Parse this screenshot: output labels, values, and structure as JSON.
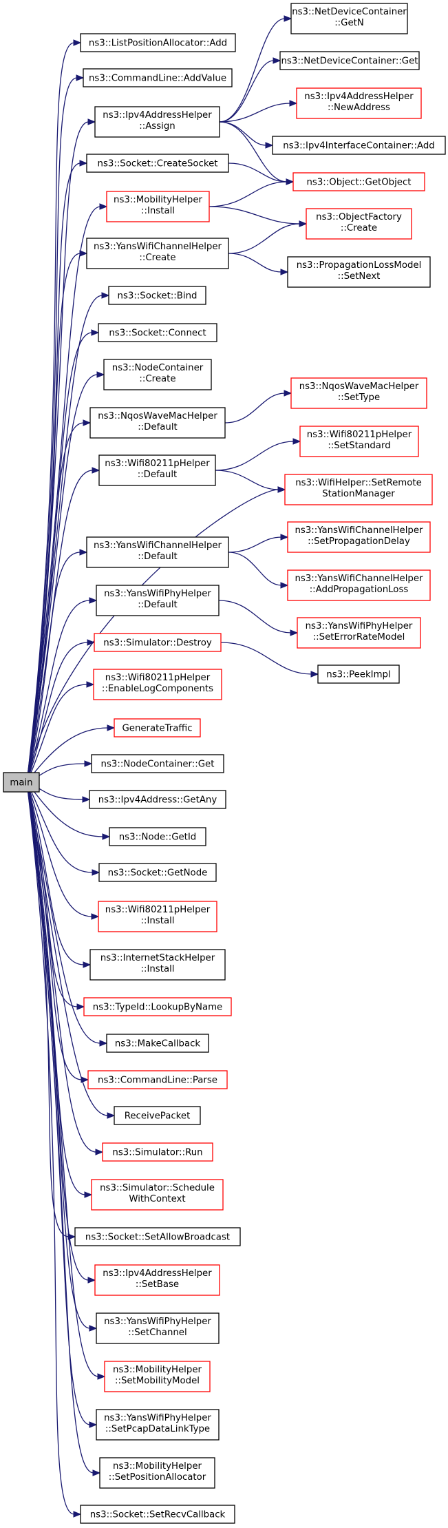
{
  "diagram": {
    "root": "main",
    "link_color": "#ff0000",
    "edge_color": "#191970",
    "nodes": [
      {
        "id": "main",
        "lines": [
          "main"
        ],
        "style": "root"
      },
      {
        "id": "n_listpos_add",
        "lines": [
          "ns3::ListPositionAllocator::Add"
        ],
        "style": "plain"
      },
      {
        "id": "n_cmd_addvalue",
        "lines": [
          "ns3::CommandLine::AddValue"
        ],
        "style": "plain"
      },
      {
        "id": "n_ipv4helper_assign",
        "lines": [
          "ns3::Ipv4AddressHelper",
          "::Assign"
        ],
        "style": "plain"
      },
      {
        "id": "n_socket_create",
        "lines": [
          "ns3::Socket::CreateSocket"
        ],
        "style": "plain"
      },
      {
        "id": "n_mobility_install",
        "lines": [
          "ns3::MobilityHelper",
          "::Install"
        ],
        "style": "link"
      },
      {
        "id": "n_yanschan_create",
        "lines": [
          "ns3::YansWifiChannelHelper",
          "::Create"
        ],
        "style": "plain"
      },
      {
        "id": "n_socket_bind",
        "lines": [
          "ns3::Socket::Bind"
        ],
        "style": "plain"
      },
      {
        "id": "n_socket_connect",
        "lines": [
          "ns3::Socket::Connect"
        ],
        "style": "plain"
      },
      {
        "id": "n_nodecont_create",
        "lines": [
          "ns3::NodeContainer",
          "::Create"
        ],
        "style": "plain"
      },
      {
        "id": "n_nqos_default",
        "lines": [
          "ns3::NqosWaveMacHelper",
          "::Default"
        ],
        "style": "plain"
      },
      {
        "id": "n_wifi80211p_default",
        "lines": [
          "ns3::Wifi80211pHelper",
          "::Default"
        ],
        "style": "plain"
      },
      {
        "id": "n_yanschan_default",
        "lines": [
          "ns3::YansWifiChannelHelper",
          "::Default"
        ],
        "style": "plain"
      },
      {
        "id": "n_yansphy_default",
        "lines": [
          "ns3::YansWifiPhyHelper",
          "::Default"
        ],
        "style": "plain"
      },
      {
        "id": "n_sim_destroy",
        "lines": [
          "ns3::Simulator::Destroy"
        ],
        "style": "link"
      },
      {
        "id": "n_wifi80211p_enablelog",
        "lines": [
          "ns3::Wifi80211pHelper",
          "::EnableLogComponents"
        ],
        "style": "link"
      },
      {
        "id": "n_generatetraffic",
        "lines": [
          "GenerateTraffic"
        ],
        "style": "link"
      },
      {
        "id": "n_nodecont_get",
        "lines": [
          "ns3::NodeContainer::Get"
        ],
        "style": "plain"
      },
      {
        "id": "n_ipv4addr_getany",
        "lines": [
          "ns3::Ipv4Address::GetAny"
        ],
        "style": "plain"
      },
      {
        "id": "n_node_getid",
        "lines": [
          "ns3::Node::GetId"
        ],
        "style": "plain"
      },
      {
        "id": "n_socket_getnode",
        "lines": [
          "ns3::Socket::GetNode"
        ],
        "style": "plain"
      },
      {
        "id": "n_wifi80211p_install",
        "lines": [
          "ns3::Wifi80211pHelper",
          "::Install"
        ],
        "style": "link"
      },
      {
        "id": "n_inetstack_install",
        "lines": [
          "ns3::InternetStackHelper",
          "::Install"
        ],
        "style": "plain"
      },
      {
        "id": "n_typeid_lookup",
        "lines": [
          "ns3::TypeId::LookupByName"
        ],
        "style": "link"
      },
      {
        "id": "n_makecallback",
        "lines": [
          "ns3::MakeCallback"
        ],
        "style": "plain"
      },
      {
        "id": "n_cmd_parse",
        "lines": [
          "ns3::CommandLine::Parse"
        ],
        "style": "link"
      },
      {
        "id": "n_receivepacket",
        "lines": [
          "ReceivePacket"
        ],
        "style": "plain"
      },
      {
        "id": "n_sim_run",
        "lines": [
          "ns3::Simulator::Run"
        ],
        "style": "link"
      },
      {
        "id": "n_sim_schedctx",
        "lines": [
          "ns3::Simulator::Schedule",
          "WithContext"
        ],
        "style": "link"
      },
      {
        "id": "n_socket_setallowbc",
        "lines": [
          "ns3::Socket::SetAllowBroadcast"
        ],
        "style": "plain"
      },
      {
        "id": "n_ipv4helper_setbase",
        "lines": [
          "ns3::Ipv4AddressHelper",
          "::SetBase"
        ],
        "style": "link"
      },
      {
        "id": "n_yansphy_setchannel",
        "lines": [
          "ns3::YansWifiPhyHelper",
          "::SetChannel"
        ],
        "style": "plain"
      },
      {
        "id": "n_mobility_setmodel",
        "lines": [
          "ns3::MobilityHelper",
          "::SetMobilityModel"
        ],
        "style": "link"
      },
      {
        "id": "n_yansphy_setpcap",
        "lines": [
          "ns3::YansWifiPhyHelper",
          "::SetPcapDataLinkType"
        ],
        "style": "plain"
      },
      {
        "id": "n_mobility_setposalloc",
        "lines": [
          "ns3::MobilityHelper",
          "::SetPositionAllocator"
        ],
        "style": "plain"
      },
      {
        "id": "n_socket_setrecvcb",
        "lines": [
          "ns3::Socket::SetRecvCallback"
        ],
        "style": "plain"
      },
      {
        "id": "n_netdevcont_getn",
        "lines": [
          "ns3::NetDeviceContainer",
          "::GetN"
        ],
        "style": "plain"
      },
      {
        "id": "n_netdevcont_get",
        "lines": [
          "ns3::NetDeviceContainer::Get"
        ],
        "style": "plain"
      },
      {
        "id": "n_ipv4helper_newaddr",
        "lines": [
          "ns3::Ipv4AddressHelper",
          "::NewAddress"
        ],
        "style": "link"
      },
      {
        "id": "n_ipv4ifcont_add",
        "lines": [
          "ns3::Ipv4InterfaceContainer::Add"
        ],
        "style": "plain"
      },
      {
        "id": "n_object_getobject",
        "lines": [
          "ns3::Object::GetObject"
        ],
        "style": "link"
      },
      {
        "id": "n_objfactory_create",
        "lines": [
          "ns3::ObjectFactory",
          "::Create"
        ],
        "style": "link"
      },
      {
        "id": "n_proploss_setnext",
        "lines": [
          "ns3::PropagationLossModel",
          "::SetNext"
        ],
        "style": "plain"
      },
      {
        "id": "n_nqos_settype",
        "lines": [
          "ns3::NqosWaveMacHelper",
          "::SetType"
        ],
        "style": "link"
      },
      {
        "id": "n_wifi80211p_setstd",
        "lines": [
          "ns3::Wifi80211pHelper",
          "::SetStandard"
        ],
        "style": "link"
      },
      {
        "id": "n_wifihelper_setremote",
        "lines": [
          "ns3::WifiHelper::SetRemote",
          "StationManager"
        ],
        "style": "link"
      },
      {
        "id": "n_yanschan_setpropdelay",
        "lines": [
          "ns3::YansWifiChannelHelper",
          "::SetPropagationDelay"
        ],
        "style": "link"
      },
      {
        "id": "n_yanschan_addproploss",
        "lines": [
          "ns3::YansWifiChannelHelper",
          "::AddPropagationLoss"
        ],
        "style": "link"
      },
      {
        "id": "n_yansphy_seterr",
        "lines": [
          "ns3::YansWifiPhyHelper",
          "::SetErrorRateModel"
        ],
        "style": "link"
      },
      {
        "id": "n_peekimpl",
        "lines": [
          "ns3::PeekImpl"
        ],
        "style": "plain"
      }
    ],
    "edges": [
      [
        "main",
        "n_listpos_add"
      ],
      [
        "main",
        "n_cmd_addvalue"
      ],
      [
        "main",
        "n_ipv4helper_assign"
      ],
      [
        "main",
        "n_socket_create"
      ],
      [
        "main",
        "n_mobility_install"
      ],
      [
        "main",
        "n_yanschan_create"
      ],
      [
        "main",
        "n_socket_bind"
      ],
      [
        "main",
        "n_socket_connect"
      ],
      [
        "main",
        "n_nodecont_create"
      ],
      [
        "main",
        "n_nqos_default"
      ],
      [
        "main",
        "n_wifi80211p_default"
      ],
      [
        "main",
        "n_wifihelper_setremote"
      ],
      [
        "main",
        "n_yanschan_default"
      ],
      [
        "main",
        "n_yansphy_default"
      ],
      [
        "main",
        "n_sim_destroy"
      ],
      [
        "main",
        "n_wifi80211p_enablelog"
      ],
      [
        "main",
        "n_generatetraffic"
      ],
      [
        "main",
        "n_nodecont_get"
      ],
      [
        "main",
        "n_ipv4addr_getany"
      ],
      [
        "main",
        "n_node_getid"
      ],
      [
        "main",
        "n_socket_getnode"
      ],
      [
        "main",
        "n_wifi80211p_install"
      ],
      [
        "main",
        "n_inetstack_install"
      ],
      [
        "main",
        "n_typeid_lookup"
      ],
      [
        "main",
        "n_makecallback"
      ],
      [
        "main",
        "n_cmd_parse"
      ],
      [
        "main",
        "n_receivepacket"
      ],
      [
        "main",
        "n_sim_run"
      ],
      [
        "main",
        "n_sim_schedctx"
      ],
      [
        "main",
        "n_socket_setallowbc"
      ],
      [
        "main",
        "n_ipv4helper_setbase"
      ],
      [
        "main",
        "n_yansphy_setchannel"
      ],
      [
        "main",
        "n_mobility_setmodel"
      ],
      [
        "main",
        "n_yansphy_setpcap"
      ],
      [
        "main",
        "n_mobility_setposalloc"
      ],
      [
        "main",
        "n_socket_setrecvcb"
      ],
      [
        "n_ipv4helper_assign",
        "n_netdevcont_getn"
      ],
      [
        "n_ipv4helper_assign",
        "n_netdevcont_get"
      ],
      [
        "n_ipv4helper_assign",
        "n_ipv4helper_newaddr"
      ],
      [
        "n_ipv4helper_assign",
        "n_ipv4ifcont_add"
      ],
      [
        "n_ipv4helper_assign",
        "n_object_getobject"
      ],
      [
        "n_socket_create",
        "n_object_getobject"
      ],
      [
        "n_mobility_install",
        "n_object_getobject"
      ],
      [
        "n_mobility_install",
        "n_objfactory_create"
      ],
      [
        "n_yanschan_create",
        "n_objfactory_create"
      ],
      [
        "n_yanschan_create",
        "n_proploss_setnext"
      ],
      [
        "n_nqos_default",
        "n_nqos_settype"
      ],
      [
        "n_wifi80211p_default",
        "n_wifi80211p_setstd"
      ],
      [
        "n_wifi80211p_default",
        "n_wifihelper_setremote"
      ],
      [
        "n_yanschan_default",
        "n_yanschan_setpropdelay"
      ],
      [
        "n_yanschan_default",
        "n_yanschan_addproploss"
      ],
      [
        "n_yansphy_default",
        "n_yansphy_seterr"
      ],
      [
        "n_sim_destroy",
        "n_peekimpl"
      ]
    ]
  }
}
